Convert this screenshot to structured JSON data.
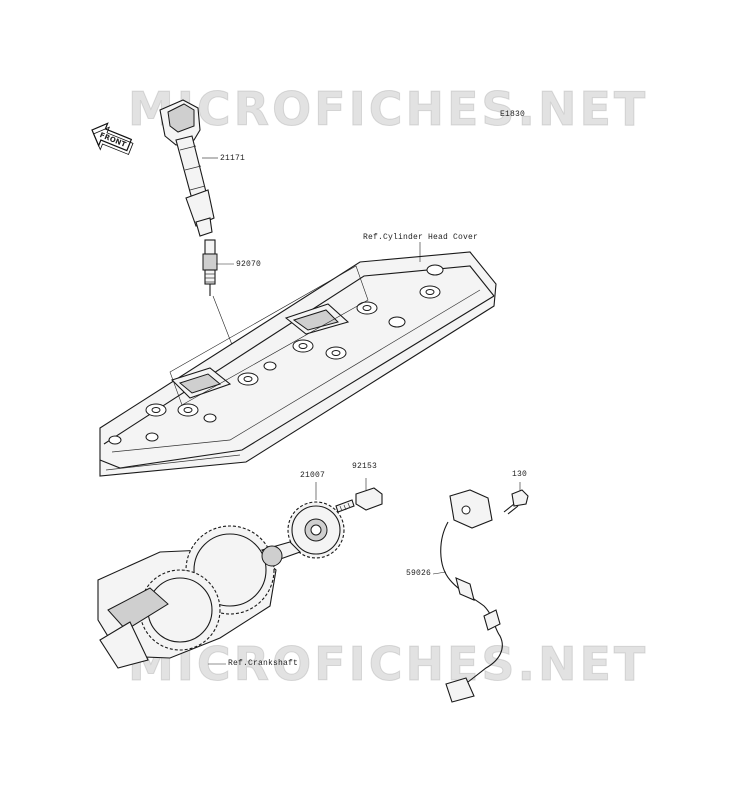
{
  "diagram_id": "E1830",
  "watermark": "MICROFICHES.NET",
  "front_label": "FRONT",
  "refs": {
    "head_cover": "Ref.Cylinder Head Cover",
    "crankshaft": "Ref.Crankshaft"
  },
  "parts": [
    {
      "number": "21171",
      "name": "ignition-coil"
    },
    {
      "number": "92070",
      "name": "spark-plug"
    },
    {
      "number": "21007",
      "name": "rotor-gear"
    },
    {
      "number": "92153",
      "name": "bolt"
    },
    {
      "number": "130",
      "name": "flange-bolt"
    },
    {
      "number": "59026",
      "name": "crank-sensor"
    }
  ]
}
